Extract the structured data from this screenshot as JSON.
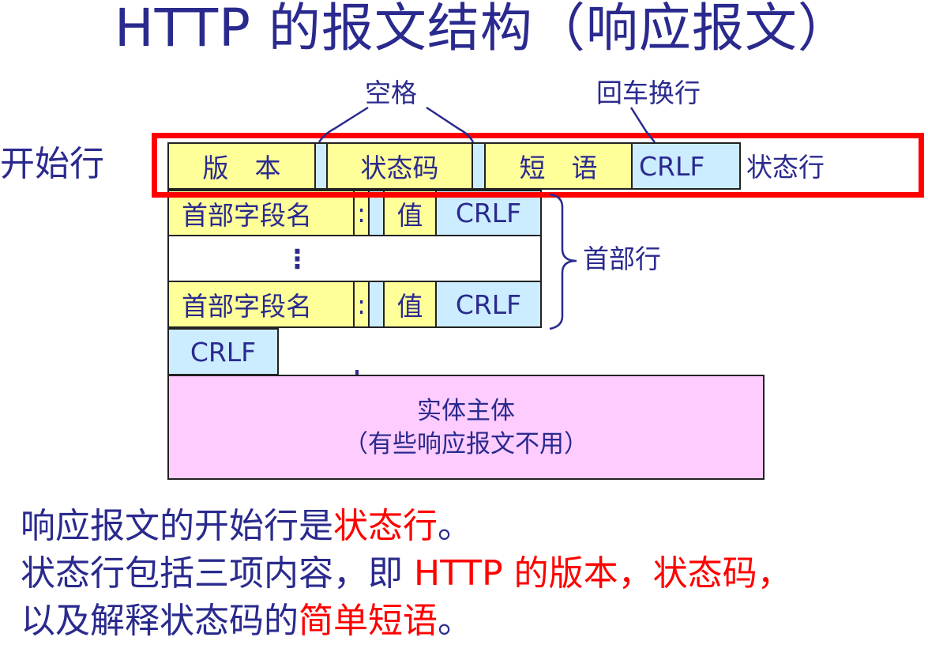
{
  "title": "HTTP 的报文结构（响应报文）",
  "annotations": {
    "space": "空格",
    "crlf_callout": "回车换行",
    "start_line": "开始行",
    "status_line": "状态行",
    "header_lines": "首部行"
  },
  "status_line_cells": {
    "version": "版　本",
    "status_code": "状态码",
    "phrase": "短　语",
    "crlf": "CRLF"
  },
  "header_rows": [
    {
      "field_name": "首部字段名",
      "colon": ":",
      "value": "值",
      "crlf": "CRLF"
    },
    {
      "field_name": "首部字段名",
      "colon": ":",
      "value": "值",
      "crlf": "CRLF"
    }
  ],
  "ellipsis": "⋮",
  "blank_line_crlf": "CRLF",
  "entity_body": {
    "line1": "实体主体",
    "line2": "（有些响应报文不用）"
  },
  "explanation": {
    "line1_prefix": "响应报文的开始行是",
    "line1_highlight": "状态行",
    "line1_suffix": "。",
    "line2_prefix": "状态行包括三项内容，即 ",
    "line2_highlight1": "HTTP 的版本",
    "line2_sep": "，",
    "line2_highlight2": "状态码",
    "line2_suffix": "，",
    "line3_prefix": "以及解释状态码的",
    "line3_highlight": "简单短语",
    "line3_suffix": "。"
  },
  "colors": {
    "text": "#2A2A8E",
    "highlight": "#FF0000",
    "field_yellow": "#FFFF99",
    "space_blue": "#CCECFF",
    "entity_pink": "#FFCCFF",
    "frame_red": "#FF0000"
  }
}
